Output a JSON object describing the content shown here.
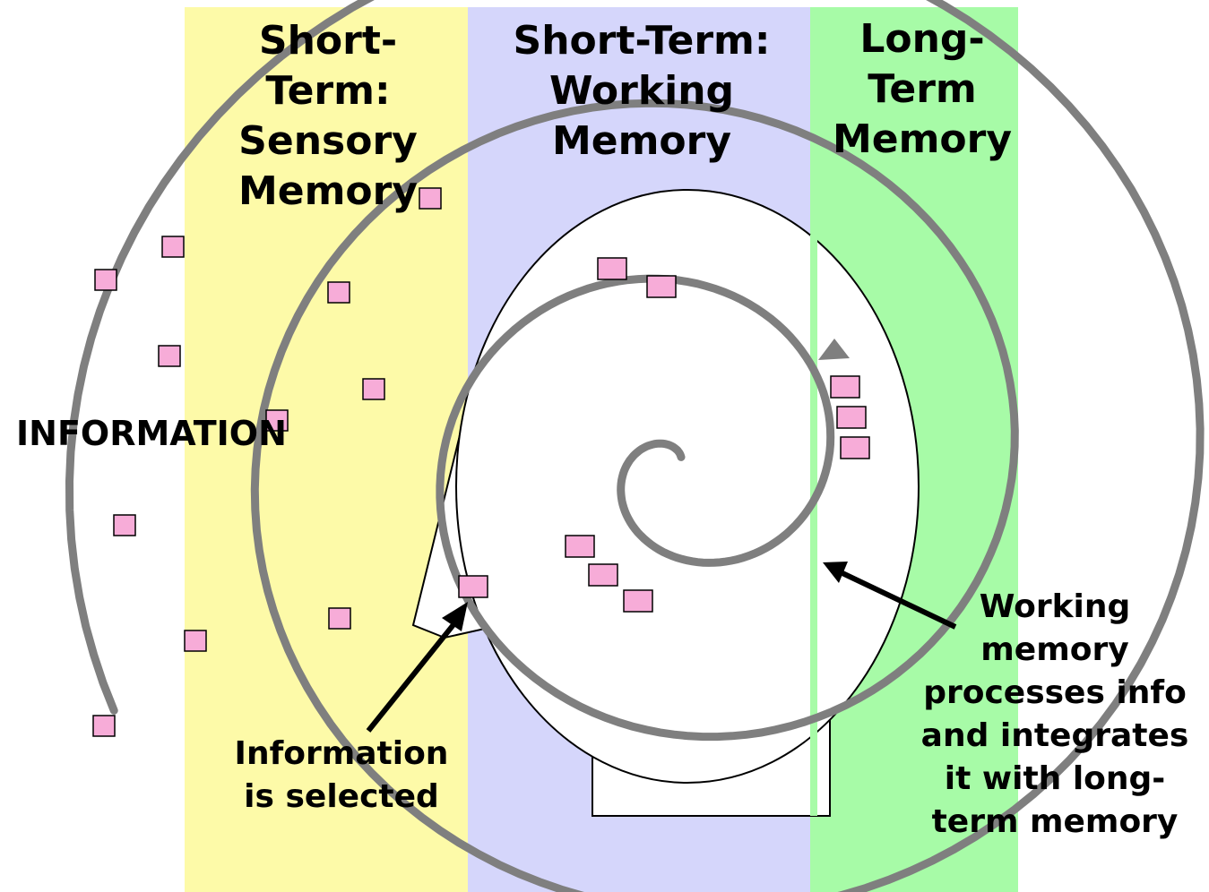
{
  "columns": {
    "sensory": "Short-\nTerm:\nSensory\nMemory",
    "working": "Short-Term:\nWorking\nMemory",
    "long": "Long-\nTerm\nMemory"
  },
  "labels": {
    "information": "INFORMATION",
    "selected": "Information\nis selected",
    "working_process": "Working\nmemory\nprocesses info\nand integrates\nit with long-\nterm memory"
  },
  "colors": {
    "sensory_band": "#fdfaa8",
    "working_band": "#d5d6fb",
    "long_band": "#a7fba7",
    "info_square": "#f7acd8",
    "spiral": "#7f7f7f"
  }
}
